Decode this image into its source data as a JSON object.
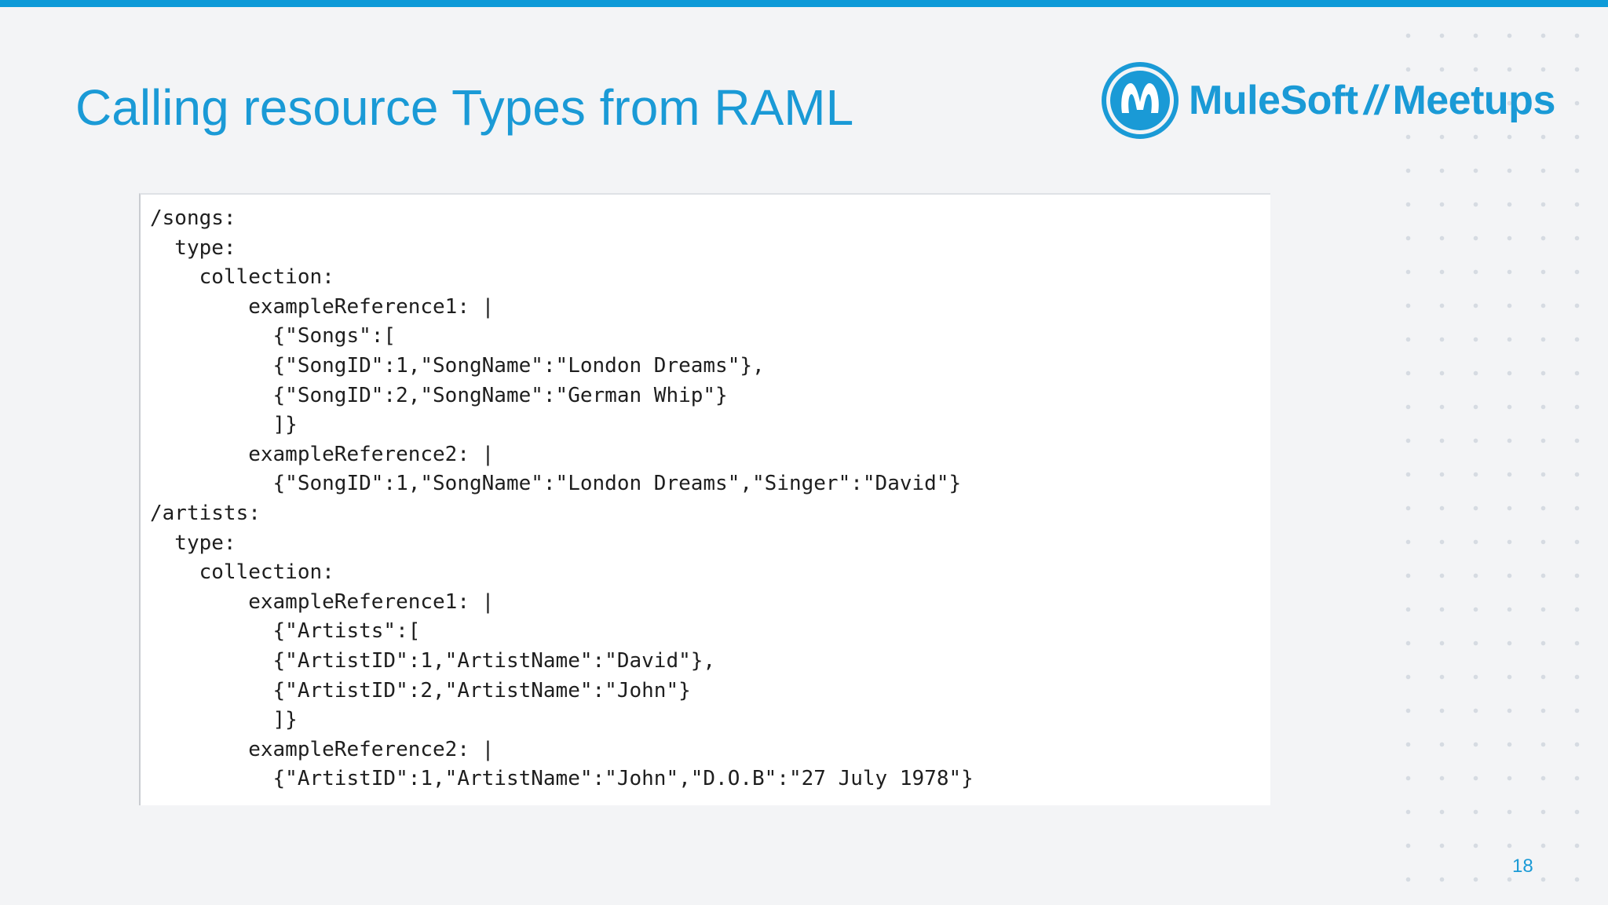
{
  "slide": {
    "title": "Calling resource Types from RAML",
    "page_number": "18",
    "colors": {
      "accent": "#1a9ad6",
      "top_bar": "#0d9ad8"
    }
  },
  "logo": {
    "icon": "mulesoft-m-icon",
    "brand": "MuleSoft",
    "separator": "//",
    "product": "Meetups"
  },
  "code": {
    "lines": [
      "/songs:",
      "  type:",
      "    collection:",
      "        exampleReference1: |",
      "          {\"Songs\":[",
      "          {\"SongID\":1,\"SongName\":\"London Dreams\"},",
      "          {\"SongID\":2,\"SongName\":\"German Whip\"}",
      "          ]}",
      "        exampleReference2: |",
      "          {\"SongID\":1,\"SongName\":\"London Dreams\",\"Singer\":\"David\"}",
      "/artists:",
      "  type:",
      "    collection:",
      "        exampleReference1: |",
      "          {\"Artists\":[",
      "          {\"ArtistID\":1,\"ArtistName\":\"David\"},",
      "          {\"ArtistID\":2,\"ArtistName\":\"John\"}",
      "          ]}",
      "        exampleReference2: |",
      "          {\"ArtistID\":1,\"ArtistName\":\"John\",\"D.O.B\":\"27 July 1978\"}"
    ]
  }
}
